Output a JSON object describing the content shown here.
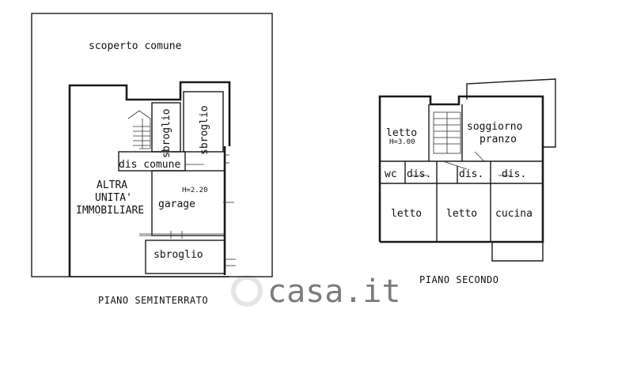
{
  "seminterrato": {
    "title": "PIANO SEMINTERRATO",
    "scoperto": "scoperto comune",
    "sbroglio_left": "sbroglio",
    "sbroglio_right": "sbroglio",
    "dis_comune": "dis comune",
    "altra_line1": "ALTRA",
    "altra_line2": "UNITA'",
    "altra_line3": "IMMOBILIARE",
    "height": "H=2.20",
    "garage": "garage",
    "sbroglio_bottom": "sbroglio"
  },
  "secondo": {
    "title": "PIANO SECONDO",
    "letto_top": "letto",
    "height": "H=3.00",
    "soggiorno": "soggiorno",
    "pranzo": "pranzo",
    "wc": "wc",
    "dis1": "dis.",
    "dis2": "dis.",
    "dis3": "dis.",
    "letto_bl": "letto",
    "letto_bm": "letto",
    "cucina": "cucina"
  },
  "watermark": "casa.it"
}
